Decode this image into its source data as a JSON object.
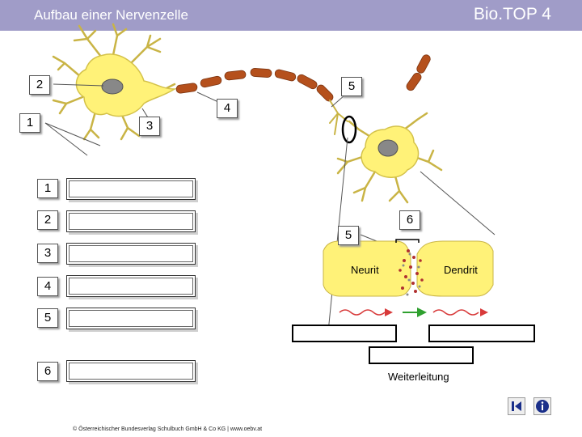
{
  "header": {
    "title": "Aufbau einer Nervenzelle",
    "brand": "Bio.TOP 4"
  },
  "neuron_callouts": [
    "2",
    "5",
    "4",
    "1",
    "3"
  ],
  "answer_rows": [
    {
      "number": "1"
    },
    {
      "number": "2"
    },
    {
      "number": "3"
    },
    {
      "number": "4"
    },
    {
      "number": "5"
    },
    {
      "number": "6"
    }
  ],
  "synapse": {
    "callout_5": "5",
    "callout_6": "6",
    "left_label": "Neurit",
    "right_label": "Dendrit",
    "transmission_label": "Weiterleitung"
  },
  "footer": {
    "copyright": "© Österreichischer Bundesverlag Schulbuch GmbH & Co KG | www.oebv.at"
  },
  "colors": {
    "header": "#a09cc8",
    "cell": "#fff278",
    "myelin": "#b5501c",
    "synapse_body": "#fff278",
    "arrow_red": "#d83a3a",
    "arrow_green": "#2fa02f",
    "nav_icon": "#1a2f8a"
  },
  "icons": {
    "back": "skip-back-icon",
    "info": "info-icon"
  }
}
